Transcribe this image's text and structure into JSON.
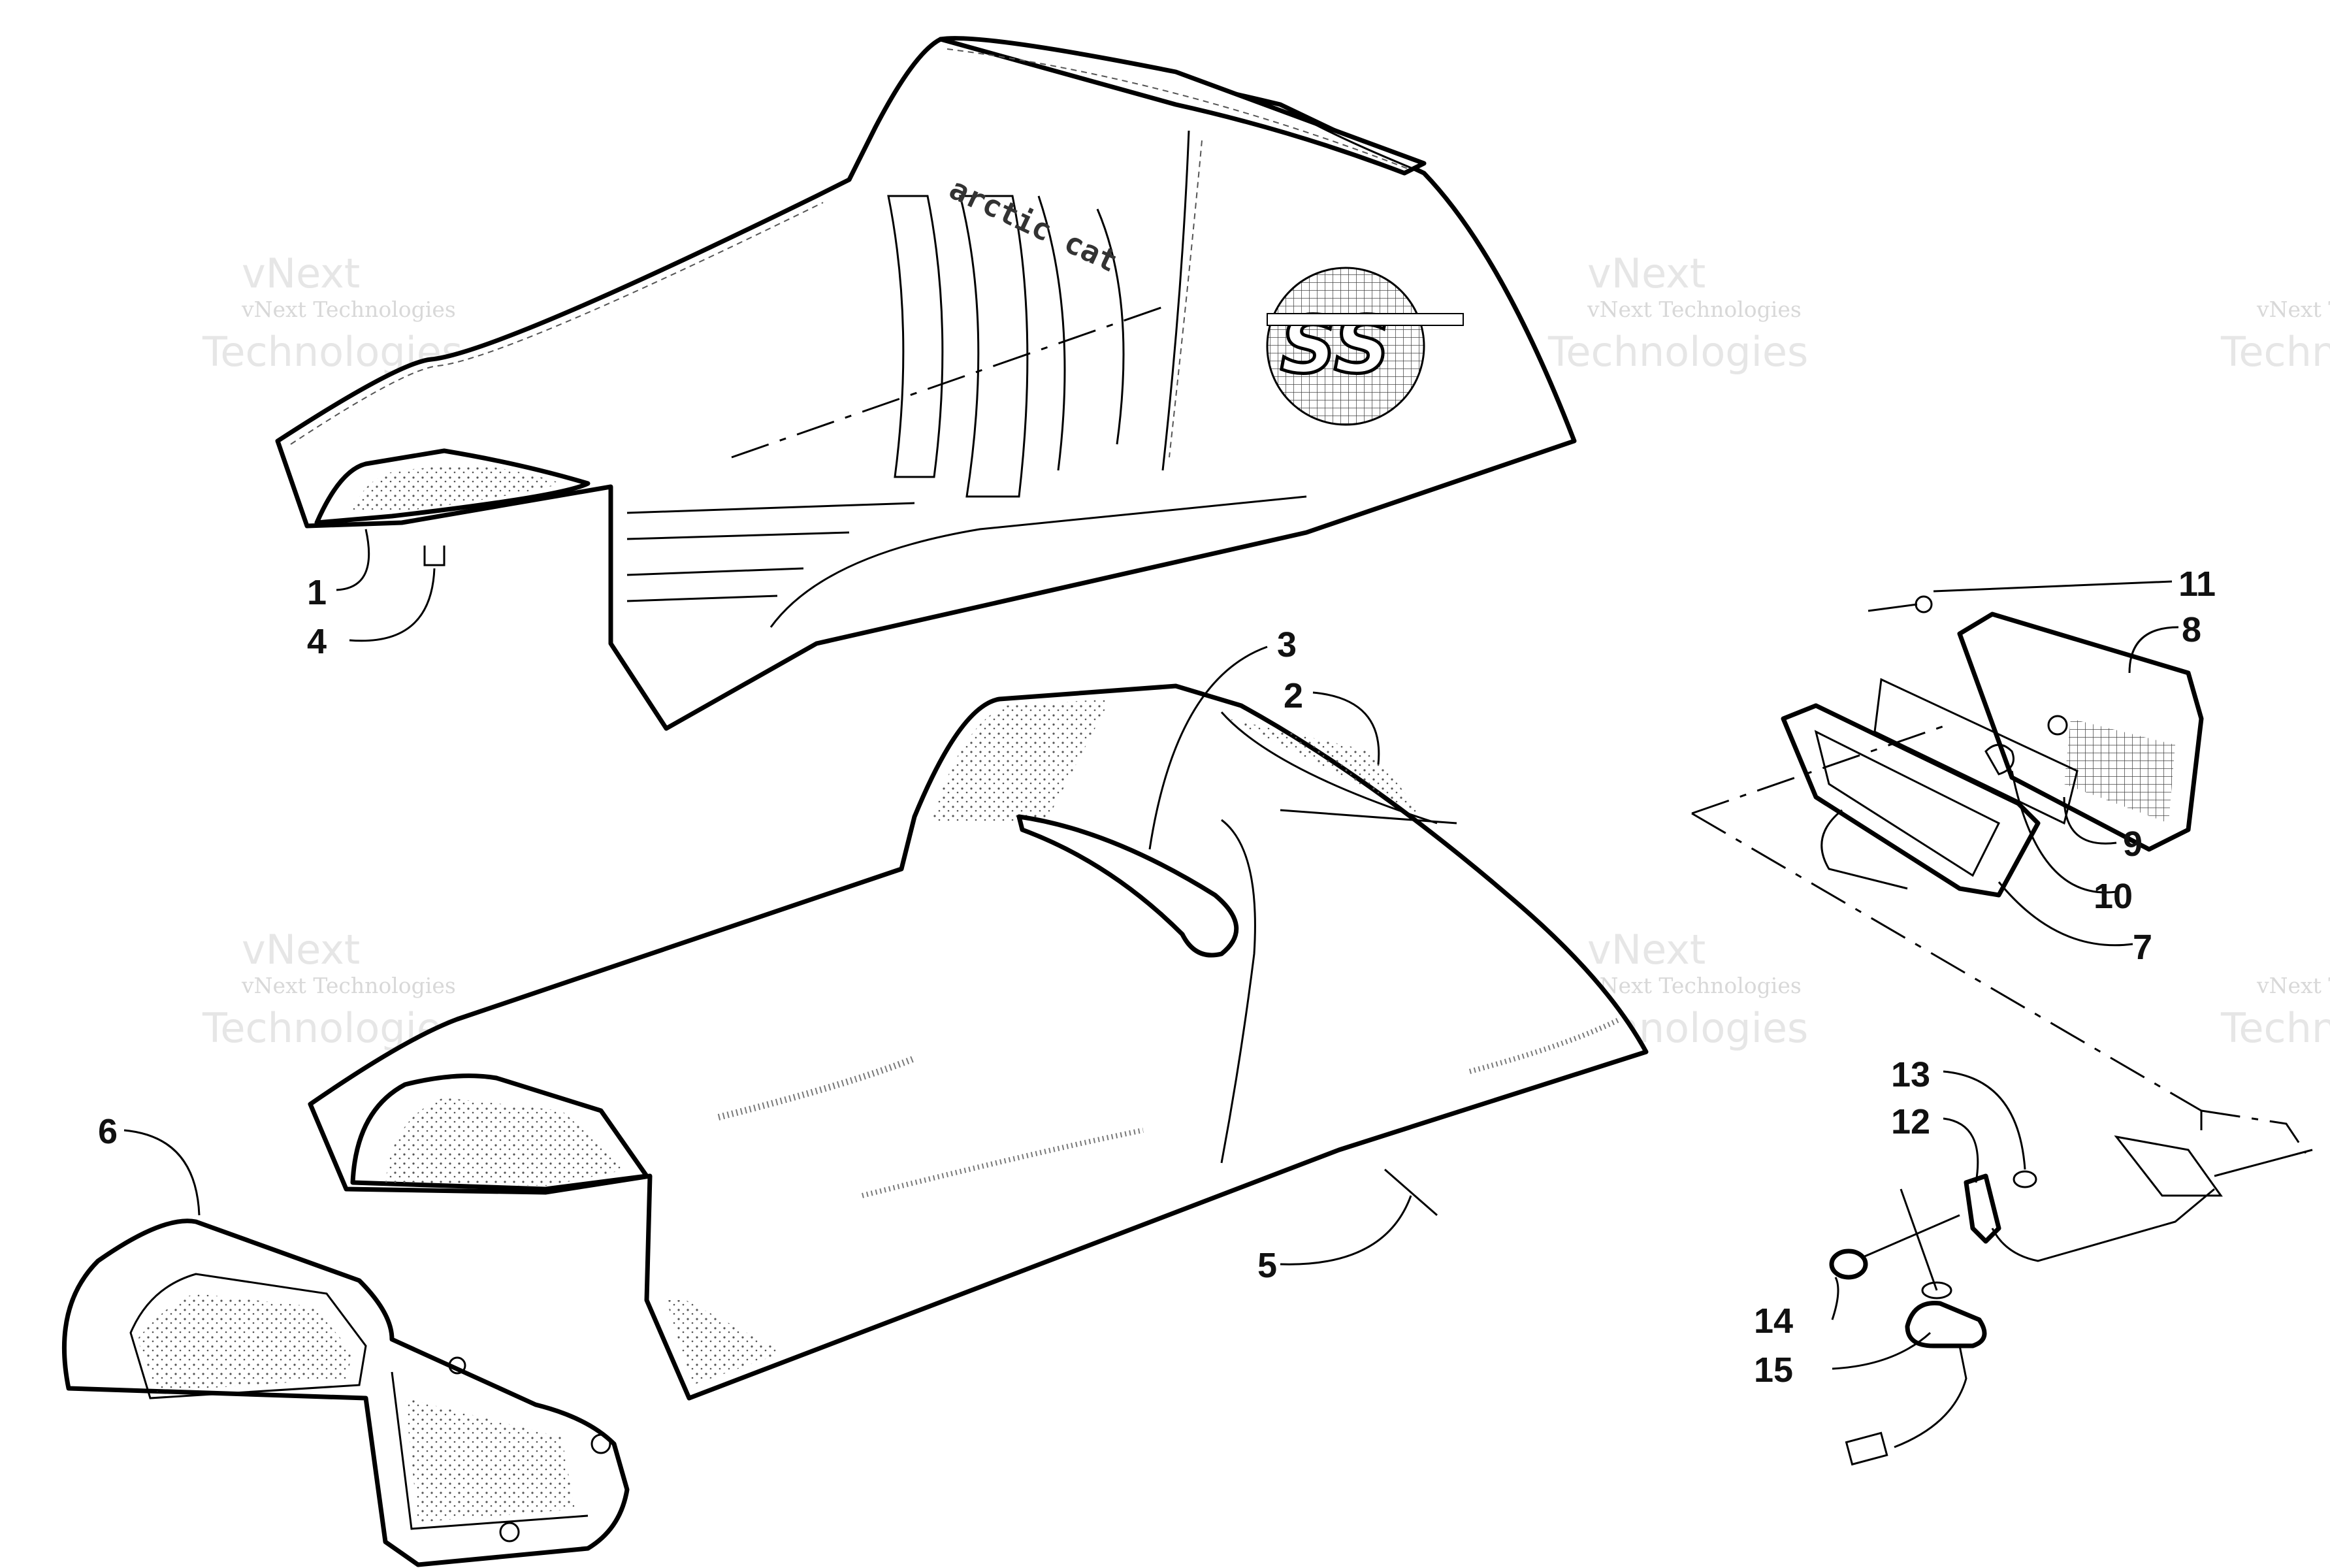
{
  "callouts": [
    {
      "id": "1",
      "label": "1"
    },
    {
      "id": "2",
      "label": "2"
    },
    {
      "id": "3",
      "label": "3"
    },
    {
      "id": "4",
      "label": "4"
    },
    {
      "id": "5",
      "label": "5"
    },
    {
      "id": "6",
      "label": "6"
    },
    {
      "id": "7",
      "label": "7"
    },
    {
      "id": "8",
      "label": "8"
    },
    {
      "id": "9",
      "label": "9"
    },
    {
      "id": "10",
      "label": "10"
    },
    {
      "id": "11",
      "label": "11"
    },
    {
      "id": "12",
      "label": "12"
    },
    {
      "id": "13",
      "label": "13"
    },
    {
      "id": "14",
      "label": "14"
    },
    {
      "id": "15",
      "label": "15"
    }
  ],
  "watermark": {
    "line1": "vNext Technologies",
    "line2": "vNext",
    "line3": "Technologies",
    "edge1": "vNext T",
    "edge2": "Techn"
  },
  "seat_cover_text": {
    "brand": "arctic cat",
    "badge": "SS"
  },
  "colors": {
    "line": "#000000",
    "watermark": "#d8d8d8",
    "stipple": "#777777"
  }
}
